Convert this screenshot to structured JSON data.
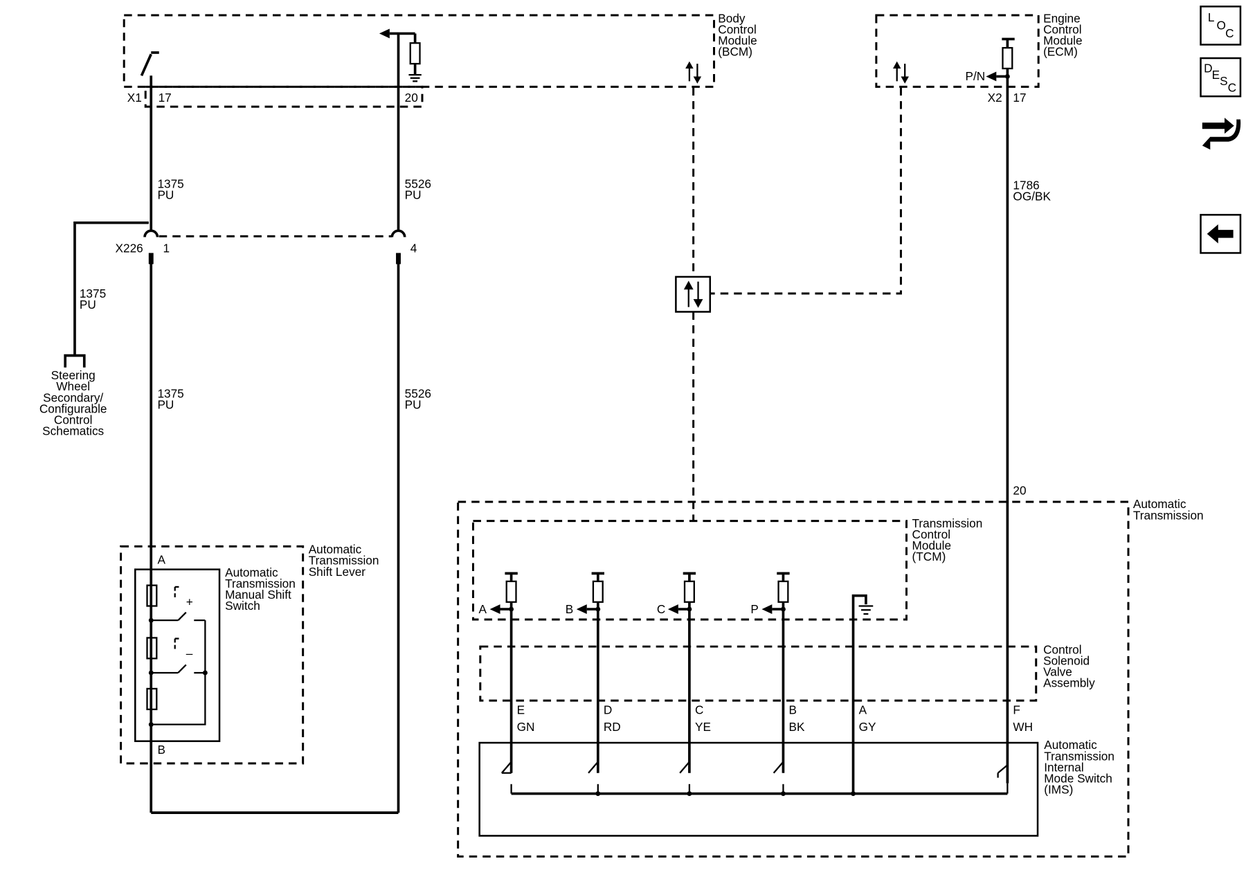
{
  "modules": {
    "bcm": [
      "Body",
      "Control",
      "Module",
      "(BCM)"
    ],
    "ecm": [
      "Engine",
      "Control",
      "Module",
      "(ECM)"
    ],
    "tcm": [
      "Transmission",
      "Control",
      "Module",
      "(TCM)"
    ],
    "auto_trans": [
      "Automatic",
      "Transmission"
    ],
    "solenoid": [
      "Control",
      "Solenoid",
      "Valve",
      "Assembly"
    ],
    "ims": [
      "Automatic",
      "Transmission",
      "Internal",
      "Mode Switch",
      "(IMS)"
    ],
    "shift_lever": [
      "Automatic",
      "Transmission",
      "Shift Lever"
    ],
    "manual_switch": [
      "Automatic",
      "Transmission",
      "Manual Shift",
      "Switch"
    ],
    "steering_ref": [
      "Steering",
      "Wheel",
      "Secondary/",
      "Configurable",
      "Control",
      "Schematics"
    ]
  },
  "connectors": {
    "x1": "X1",
    "x1_pin17": "17",
    "x1_pin20": "20",
    "x2": "X2",
    "x2_pin17": "17",
    "x226": "X226",
    "x226_pin1": "1",
    "x226_pin4": "4",
    "trans_pin20": "20",
    "shift_pin_a": "A",
    "shift_pin_b": "B"
  },
  "wires": {
    "w1375_top": [
      "1375",
      "PU"
    ],
    "w5526_top": [
      "5526",
      "PU"
    ],
    "w1375_branch": [
      "1375",
      "PU"
    ],
    "w1375_bottom": [
      "1375",
      "PU"
    ],
    "w5526_bottom": [
      "5526",
      "PU"
    ],
    "w1786": [
      "1786",
      "OG/BK"
    ]
  },
  "signals": {
    "pn": "P/N",
    "plus": "+",
    "minus": "–"
  },
  "tcm_outputs": [
    "A",
    "B",
    "C",
    "P"
  ],
  "ims_pins": [
    {
      "pin": "E",
      "color": "GN"
    },
    {
      "pin": "D",
      "color": "RD"
    },
    {
      "pin": "C",
      "color": "YE"
    },
    {
      "pin": "B",
      "color": "BK"
    },
    {
      "pin": "A",
      "color": "GY"
    },
    {
      "pin": "F",
      "color": "WH"
    }
  ],
  "nav": {
    "loc": [
      "L",
      "O",
      "C"
    ],
    "desc": [
      "D",
      "E",
      "S",
      "C"
    ],
    "connector_icon": "connector-end-view-icon",
    "back_icon": "back-arrow-icon"
  }
}
